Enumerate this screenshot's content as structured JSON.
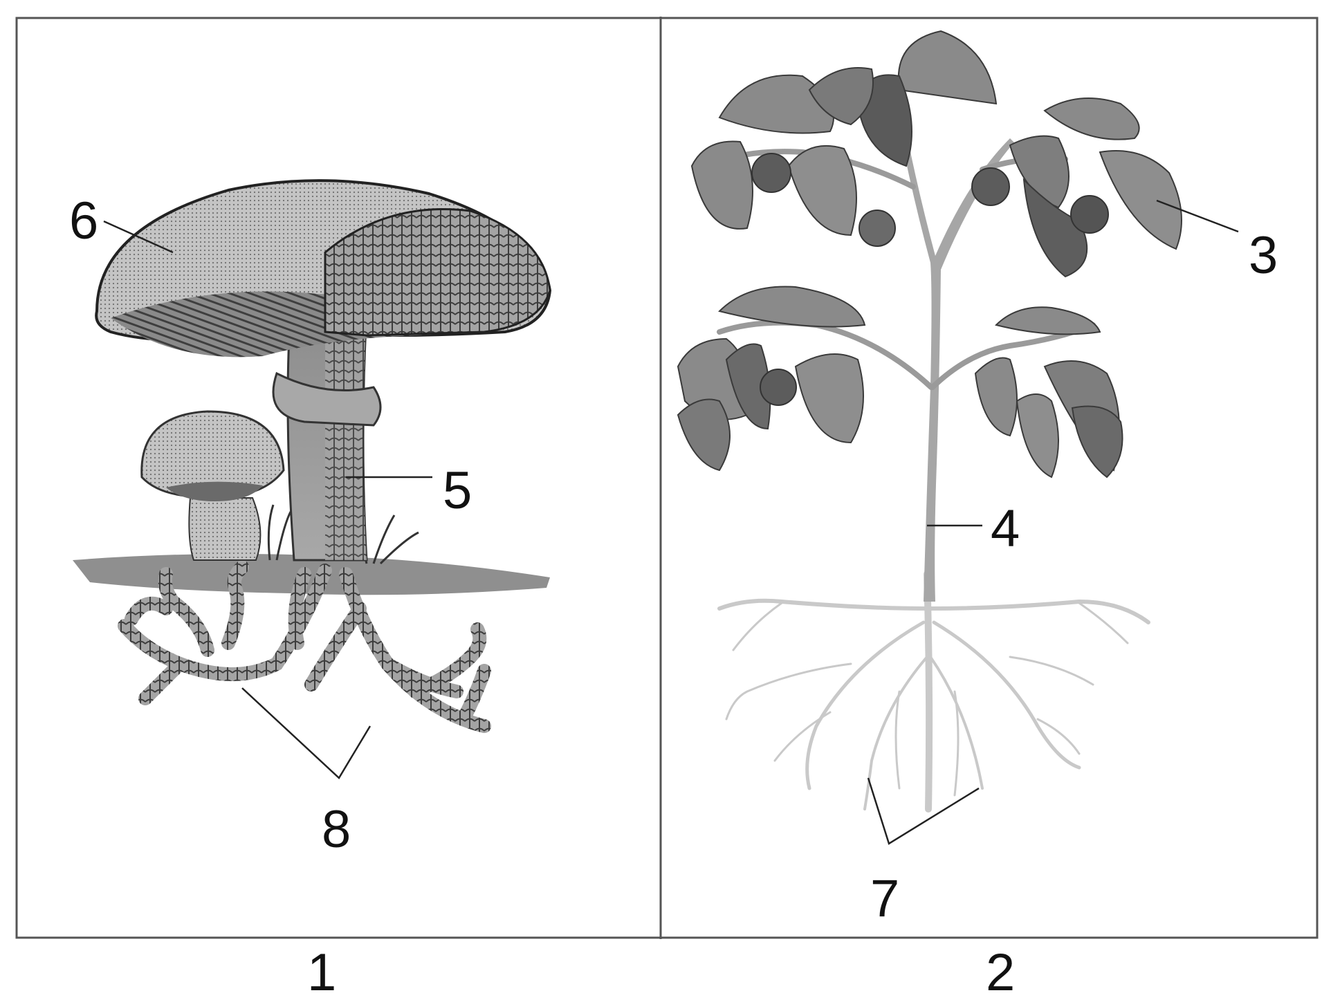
{
  "panels": [
    {
      "caption": "1",
      "subject": "mushroom"
    },
    {
      "caption": "2",
      "subject": "plant"
    }
  ],
  "labels": {
    "l3": "3",
    "l4": "4",
    "l5": "5",
    "l6": "6",
    "l7": "7",
    "l8": "8"
  },
  "colors": {
    "frame": "#555555",
    "ground": "#8f8f8f",
    "cap": "#b4b4b4",
    "gills": "#6a6a6a",
    "leaf": "#8a8a8a",
    "leaf_dark": "#5a5a5a",
    "root": "#c9c9c9"
  }
}
